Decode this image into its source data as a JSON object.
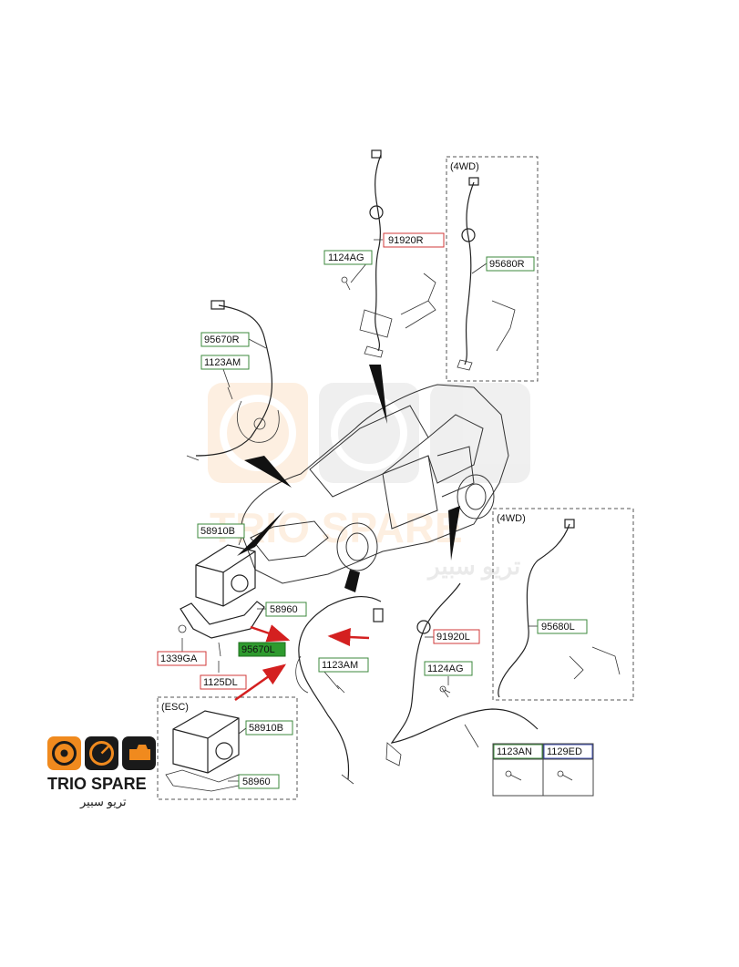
{
  "groups": {
    "rear_4wd": "(4WD)",
    "front_4wd": "(4WD)",
    "esc": "(ESC)"
  },
  "parts": {
    "p91920R": "91920R",
    "p1124AG_top": "1124AG",
    "p95680R": "95680R",
    "p95670R": "95670R",
    "p1123AM_left": "1123AM",
    "p58910B": "58910B",
    "p58960": "58960",
    "p1339GA": "1339GA",
    "p1125DL": "1125DL",
    "p95670L": "95670L",
    "p1123AM_mid": "1123AM",
    "p91920L": "91920L",
    "p1124AG_bot": "1124AG",
    "p95680L": "95680L",
    "p58910B_esc": "58910B",
    "p58960_esc": "58960",
    "p1123AN": "1123AN",
    "p1129ED": "1129ED"
  },
  "watermark": {
    "brand": "TRIO SPARE",
    "arabic": "تريو سبير"
  },
  "logo": {
    "brand": "TRIO SPARE",
    "arabic": "تريو سبير"
  },
  "colors": {
    "green_box": "#3c8a3c",
    "red_box": "#d23a3a",
    "blue_box": "#4050b0",
    "highlight": "#2e9a2e",
    "arrow": "#d42020",
    "logo_orange": "#f08a1e",
    "logo_dark": "#1a1a1a"
  }
}
